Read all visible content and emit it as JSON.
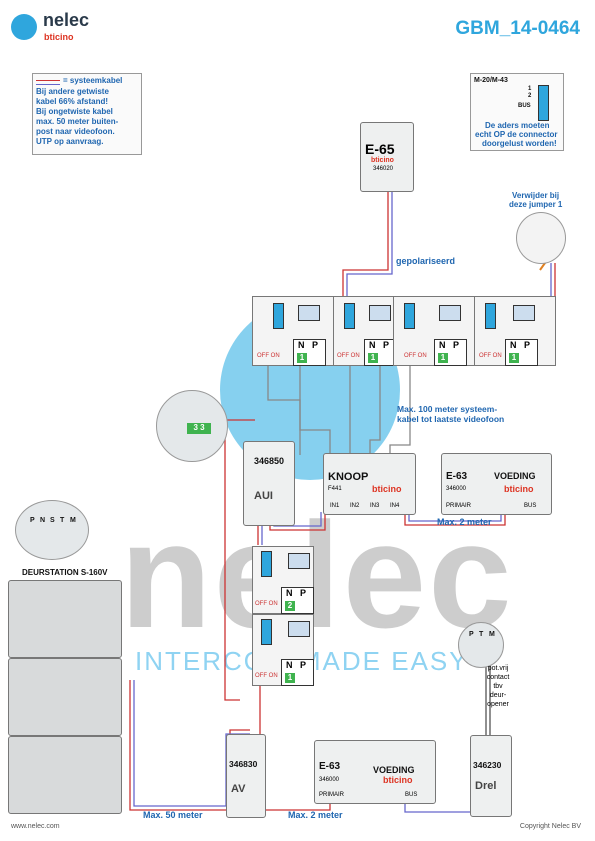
{
  "header": {
    "logo_brand": "nelec",
    "logo_sub": "bticino",
    "doc_code": "GBM_14-0464"
  },
  "note_left": {
    "legend": "= systeemkabel",
    "lines": [
      "Bij andere getwiste",
      "kabel 66% afstand!",
      "Bij ongetwiste kabel",
      "max. 50 meter buiten-",
      "post naar videofoon.",
      "UTP op aanvraag."
    ]
  },
  "note_right": {
    "model": "M-20/M-43",
    "pin1": "1",
    "pin2": "2",
    "bus": "BUS",
    "lines": [
      "De aders moeten",
      "echt OP de connector",
      "doorgelust worden!"
    ]
  },
  "e65": {
    "label": "E-65",
    "brand": "bticino",
    "code": "346020"
  },
  "jumper_note": [
    "Verwijder bij",
    "deze jumper 1"
  ],
  "polarized": "gepolariseerd",
  "distance_note": [
    "Max. 100 meter systeem-",
    "kabel tot laatste videofoon"
  ],
  "monitor": {
    "n": "N",
    "p": "P",
    "num": "1",
    "pins": [
      "1",
      "2"
    ],
    "ext_label": "OFF ON"
  },
  "monitors_top_count": 4,
  "monitor_lower": [
    {
      "num": "2"
    },
    {
      "num": "1"
    }
  ],
  "knoop": {
    "label": "KNOOP",
    "sub": "F441",
    "brand": "bticino",
    "terminals": [
      "IN1",
      "IN2",
      "IN3",
      "IN4"
    ]
  },
  "e63_top": {
    "label": "E-63",
    "voeding": "VOEDING",
    "code": "346000",
    "brand": "bticino",
    "primair": "PRIMAIR",
    "bus": "BUS"
  },
  "e63_bottom": {
    "label": "E-63",
    "voeding": "VOEDING",
    "code": "346000",
    "brand": "bticino",
    "primair": "PRIMAIR",
    "bus": "BUS"
  },
  "max2_top": "Max. 2 meter",
  "max2_bottom": "Max. 2 meter",
  "max50": "Max. 50 meter",
  "aui": {
    "code": "346850",
    "label": "AUI"
  },
  "detail_33": "3 3",
  "av": {
    "code": "346830",
    "label": "AV"
  },
  "drel": {
    "code": "346230",
    "label": "Drel"
  },
  "deurstation": {
    "title": "DEURSTATION S-160V",
    "pins": [
      "P",
      "N",
      "S",
      "T",
      "M"
    ]
  },
  "relay_note": [
    "pot.vrij",
    "contact",
    "tbv",
    "deur-",
    "opener"
  ],
  "relay_pins": [
    "P",
    "T",
    "M"
  ],
  "watermark": {
    "big": "nelec",
    "tag": "INTERCOM MADE EASY"
  },
  "footer": {
    "left": "www.nelec.com",
    "right": "Copyright Nelec BV"
  }
}
